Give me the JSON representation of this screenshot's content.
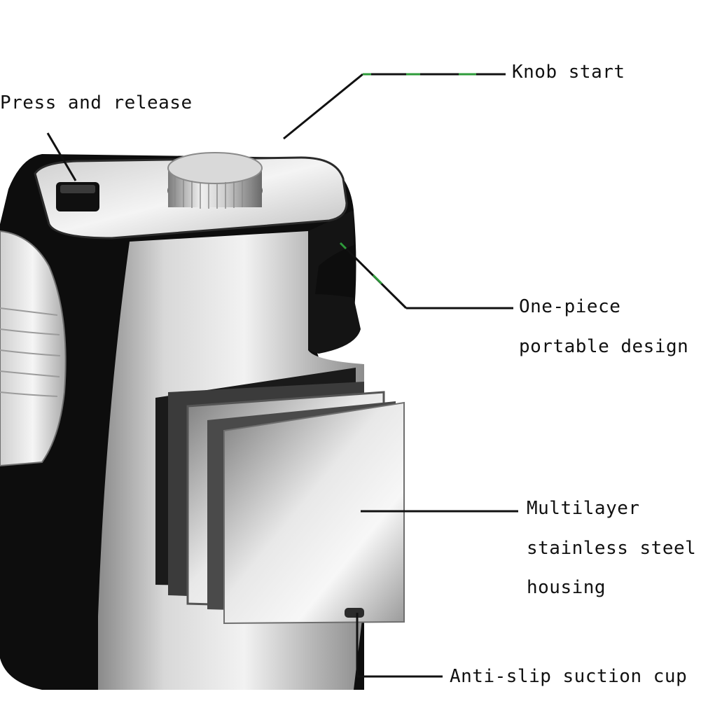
{
  "labels": {
    "press_and_release": "Press and release",
    "knob_start": "Knob start",
    "one_piece_line1": "One-piece",
    "one_piece_line2": "portable design",
    "multilayer_line1": "Multilayer",
    "multilayer_line2": "stainless steel",
    "multilayer_line3": "housing",
    "anti_slip": "Anti-slip suction cup"
  },
  "colors": {
    "background": "#ffffff",
    "housing_black": "#0d0d0d",
    "steel_light": "#e6e6e6",
    "steel_dark": "#7a7a7a",
    "callout_line": "#111111",
    "callout_accent": "#2e9b3a"
  }
}
